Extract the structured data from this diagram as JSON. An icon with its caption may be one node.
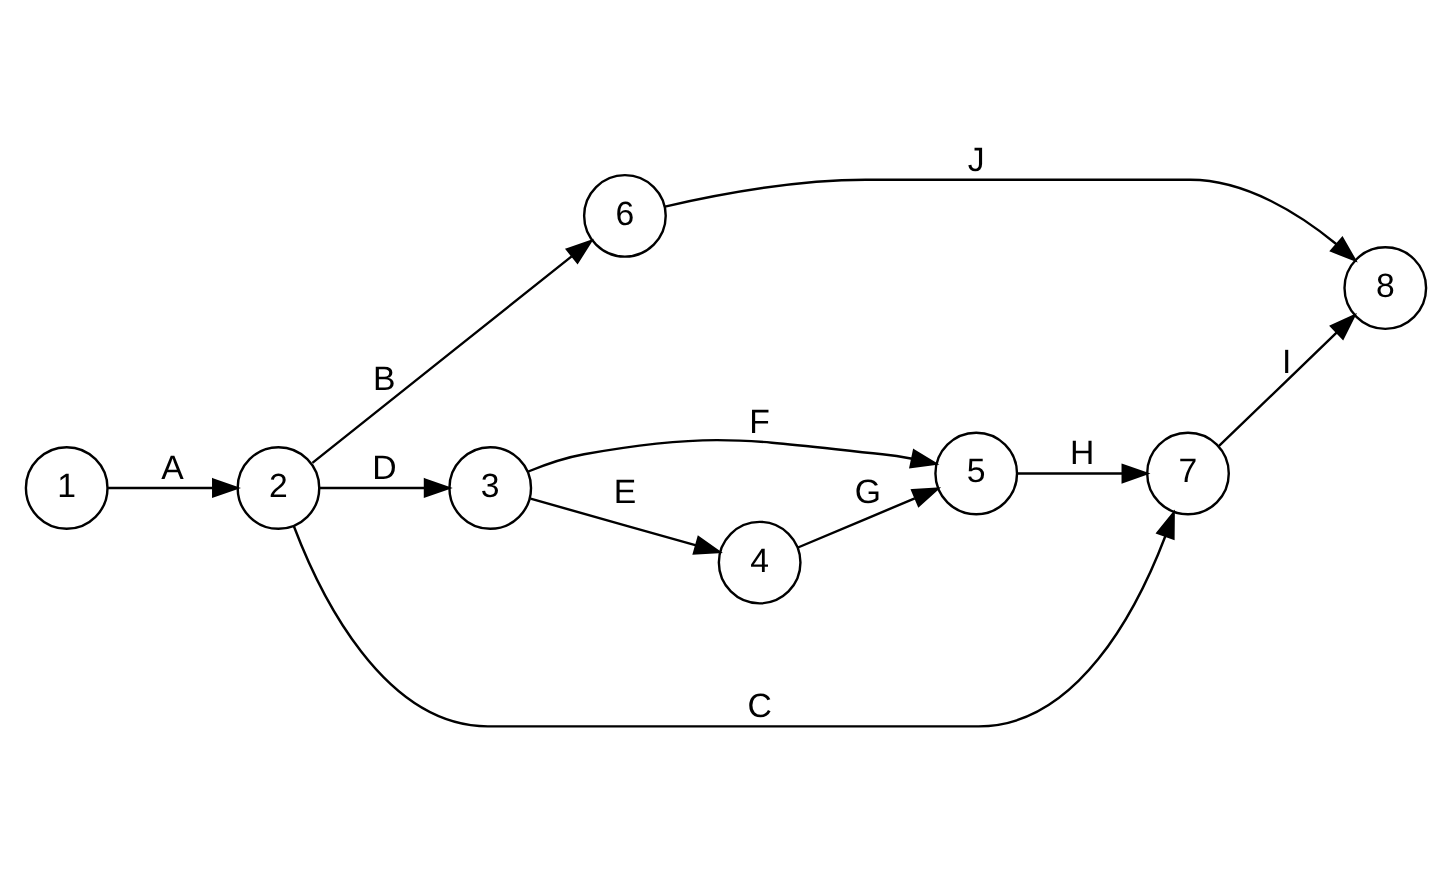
{
  "diagram": {
    "nodes": [
      {
        "text": [
          "1"
        ]
      },
      {
        "text": [
          "2"
        ]
      },
      {
        "text": [
          "6"
        ]
      },
      {
        "text": [
          "3"
        ]
      },
      {
        "text": [
          "5"
        ]
      },
      {
        "text": [
          "7"
        ]
      },
      {
        "text": [
          "8"
        ]
      },
      {
        "text": [
          "4"
        ]
      }
    ],
    "edges": [
      {
        "from": 0,
        "to": 1,
        "arrow": "to",
        "label": "A"
      },
      {
        "from": 1,
        "to": 2,
        "arrow": "to",
        "label": "B"
      },
      {
        "from": 2,
        "to": 6,
        "arrow": "to",
        "label": "J"
      },
      {
        "from": 1,
        "to": 3,
        "arrow": "to",
        "label": "D"
      },
      {
        "from": 3,
        "to": 4,
        "arrow": "to",
        "label": "F"
      },
      {
        "from": 4,
        "to": 5,
        "arrow": "to",
        "label": "H"
      },
      {
        "from": 5,
        "to": 6,
        "arrow": "to",
        "label": "I"
      },
      {
        "from": 3,
        "to": 7,
        "arrow": "to",
        "label": "E"
      },
      {
        "from": 7,
        "to": 4,
        "arrow": "to",
        "label": "G"
      },
      {
        "from": 1,
        "to": 5,
        "arrow": "to",
        "label": "C"
      }
    ]
  }
}
